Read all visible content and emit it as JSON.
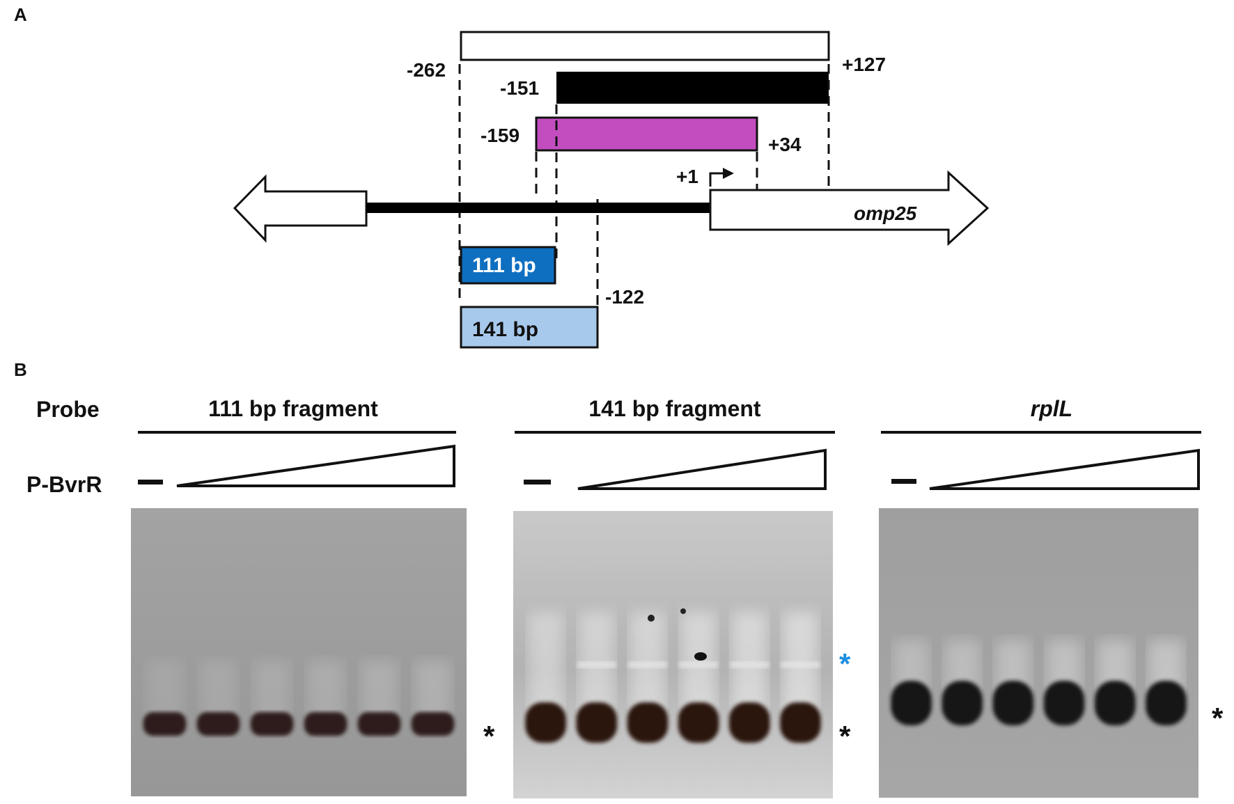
{
  "panel_a": {
    "label": "A",
    "coords": {
      "start_262": "-262",
      "end_127": "+127",
      "start_151": "-151",
      "start_159": "-159",
      "end_34": "+34",
      "tss": "+1",
      "end_122": "-122"
    },
    "gene_name": "omp25",
    "fragment_111": "111 bp",
    "fragment_141": "141 bp",
    "colors": {
      "fragment_pink": "#c34dbf",
      "fragment_111_fill": "#0e6fc1",
      "fragment_141_fill": "#a7c9ec",
      "black_bar": "#000000"
    }
  },
  "panel_b": {
    "label": "B",
    "probe_label": "Probe",
    "protein_label": "P-BvrR",
    "gels": [
      {
        "title": "111 bp fragment",
        "bg": "#9c9c9c",
        "band": "#2e1c1a",
        "lanes": 6,
        "marker": "*",
        "marker_color": "#111111"
      },
      {
        "title": "141 bp fragment",
        "bg": "#bdbdbd",
        "band": "#2a1310",
        "lanes": 6,
        "marker": "*",
        "marker_color": "#111111",
        "shifted_marker": "*",
        "shifted_marker_color": "#1b8fe0"
      },
      {
        "title": "rplL",
        "bg": "#9a9a9a",
        "band": "#151515",
        "lanes": 6,
        "marker": "*",
        "marker_color": "#111111"
      }
    ]
  }
}
